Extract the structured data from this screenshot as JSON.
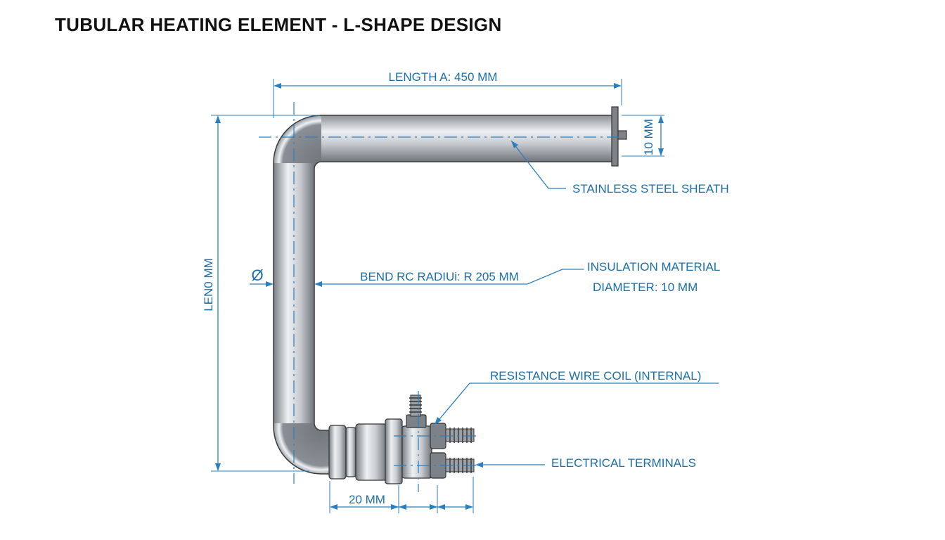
{
  "title": "TUBULAR HEATING ELEMENT - L-SHAPE DESIGN",
  "dimensions": {
    "length_a": "LENGTH A: 450 MM",
    "flange_width": "10 MM",
    "length_vertical": "LEN0 MM",
    "diameter_symbol": "Ø",
    "bend_radius": "BEND RC RADIUi: R 205 MM",
    "terminal_spacing": "20 MM"
  },
  "callouts": {
    "sheath": "STAINLESS STEEL SHEATH",
    "insulation_line1": "INSULATION MATERIAL",
    "insulation_line2": "DIAMETER: 10 MM",
    "coil": "RESISTANCE WIRE COIL (INTERNAL)",
    "terminals": "ELECTRICAL TERMINALS"
  },
  "colors": {
    "annotation": "#1a6fa8",
    "dimension_line": "#2a7fc0",
    "title": "#111111",
    "metal_light": "#eef0f2",
    "metal_dark": "#6f757b"
  }
}
